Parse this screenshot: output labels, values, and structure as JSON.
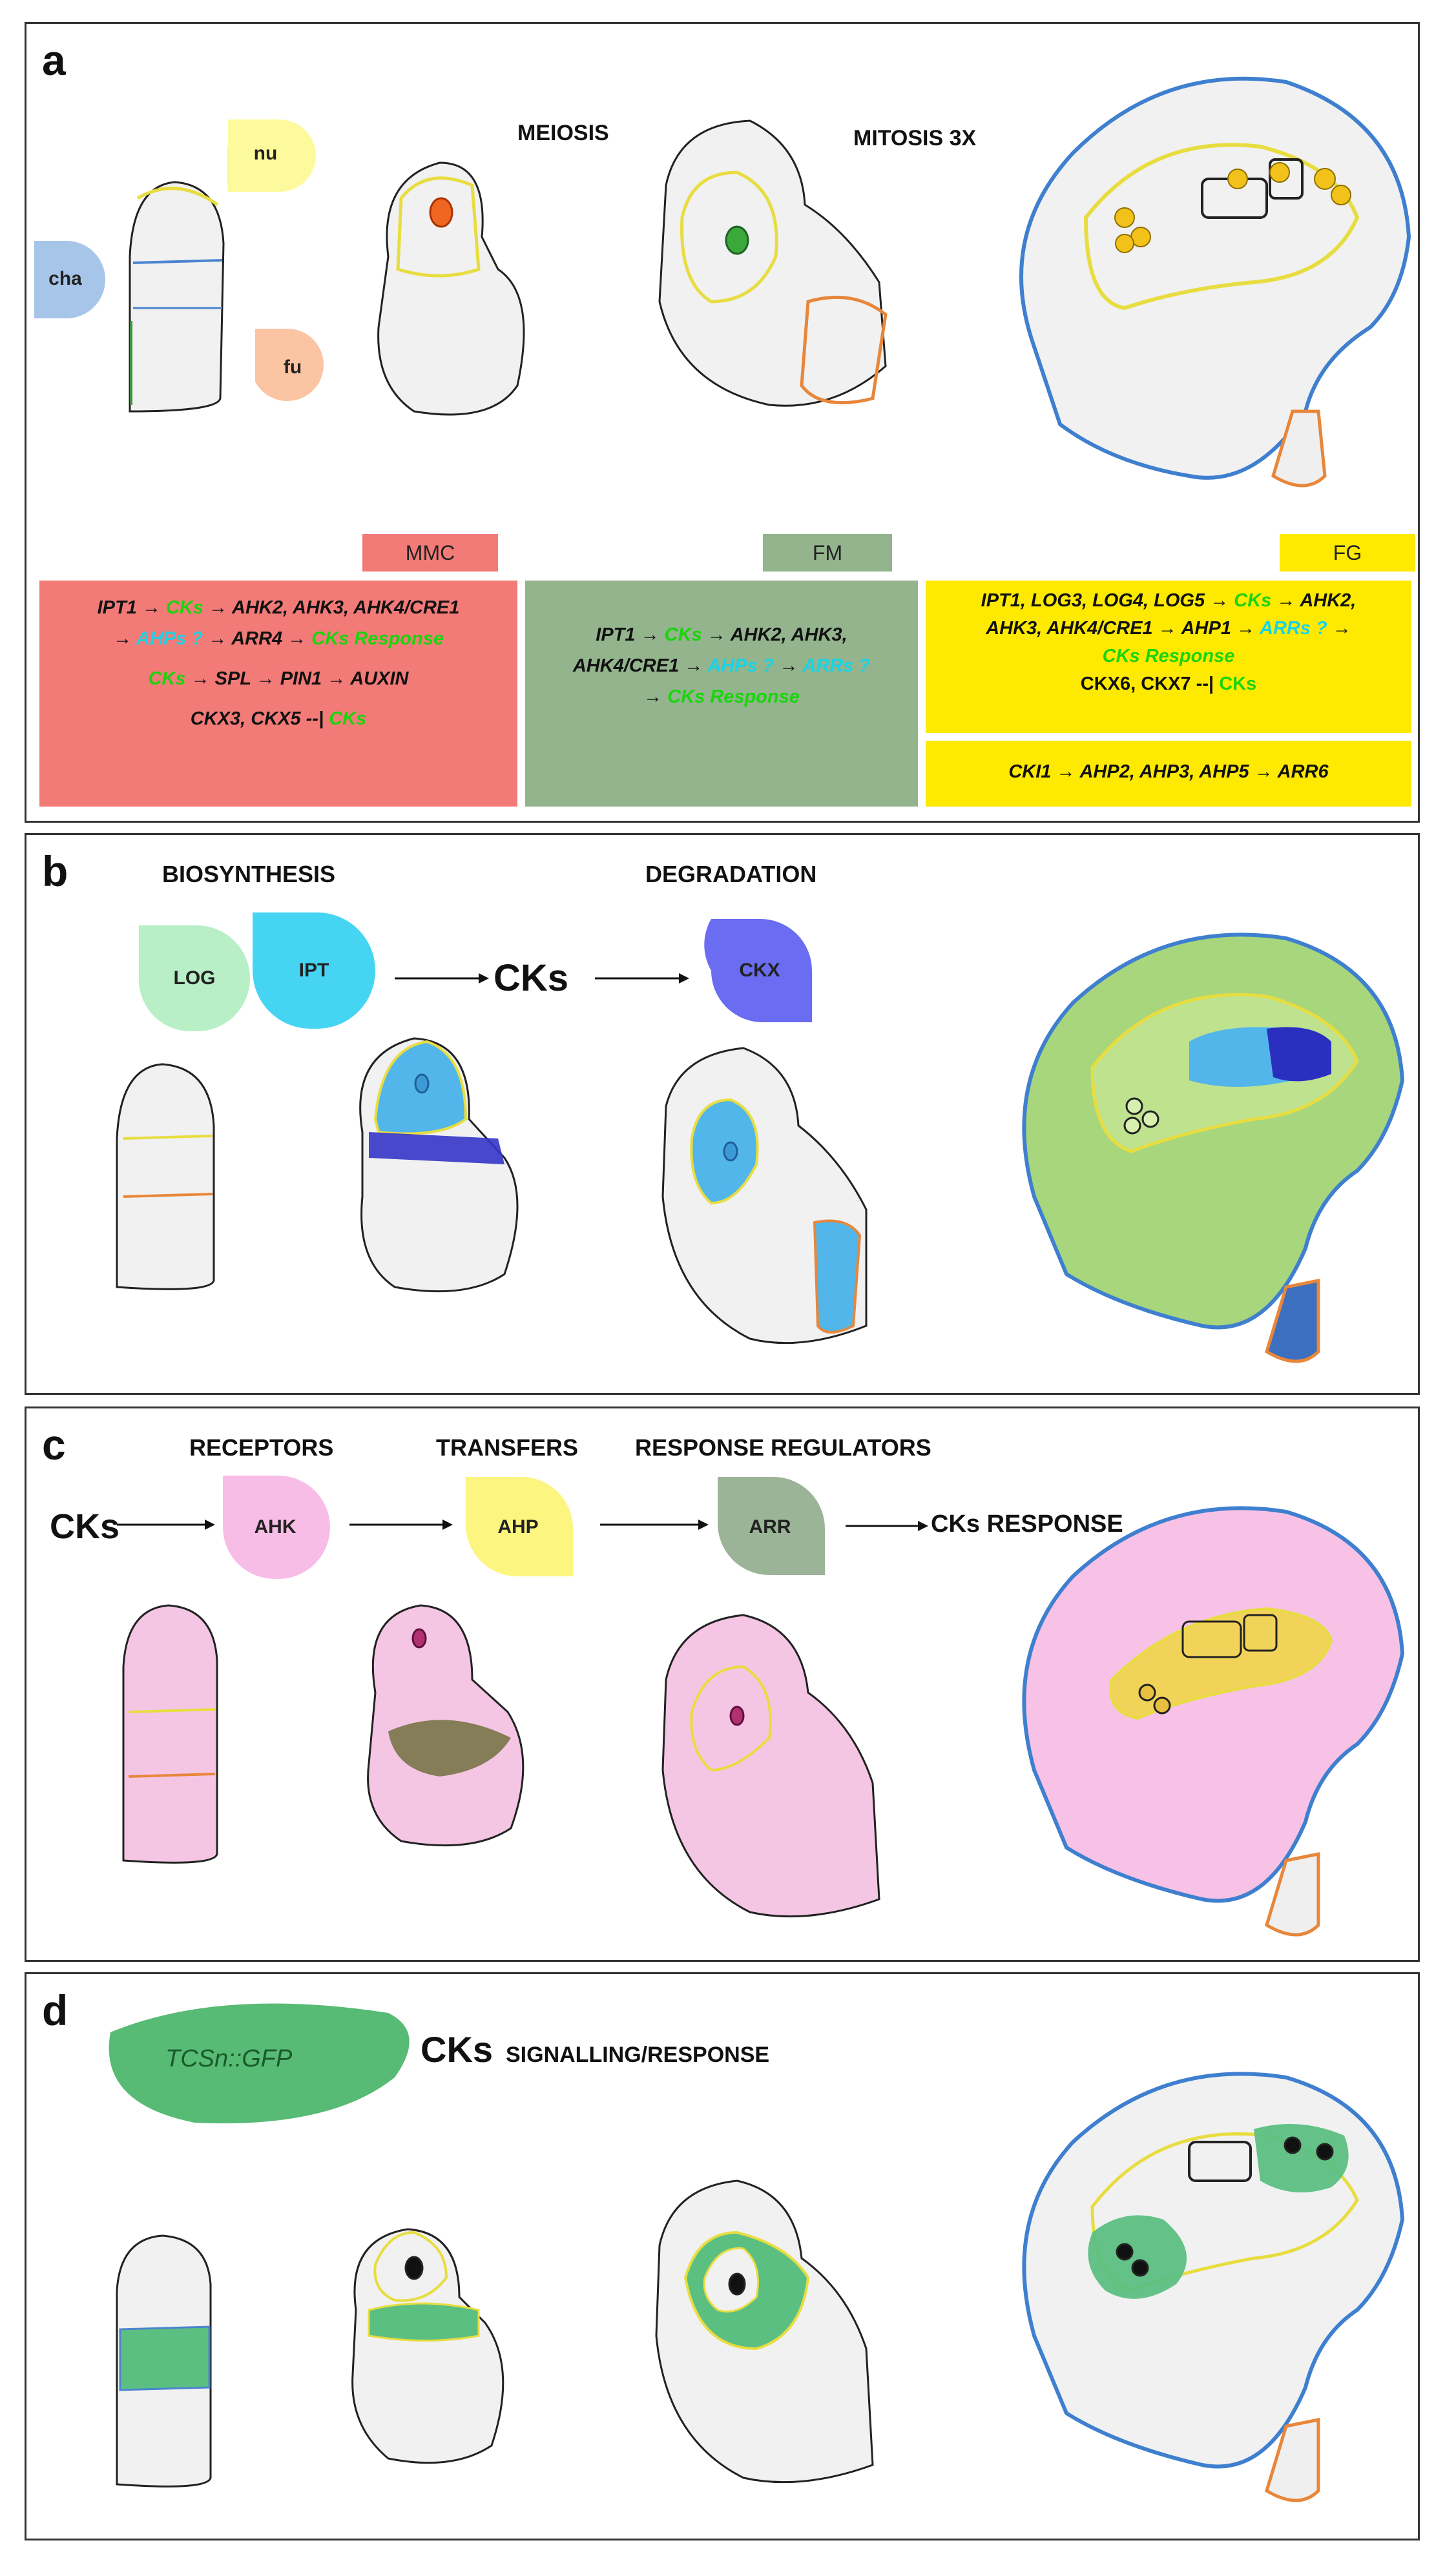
{
  "panels": {
    "a": {
      "letter": "a",
      "meiosis": "MEIOSIS",
      "mitosis": "MITOSIS 3X",
      "tissues": {
        "nu": "nu",
        "cha": "cha",
        "fu": "fu"
      },
      "stages": {
        "mmc": "MMC",
        "fm": "FM",
        "fg": "FG"
      },
      "mmc_box": {
        "l1_a": "IPT1",
        "l1_b": "CKs",
        "l1_c": "AHK2, AHK3, AHK4/CRE1",
        "l2_a": "AHPs ?",
        "l2_b": "ARR4",
        "l2_c": "CKs Response",
        "l3_a": "CKs",
        "l3_b": "SPL",
        "l3_c": "PIN1",
        "l3_d": "AUXIN",
        "l4_a": "CKX3, CKX5 --|",
        "l4_b": "CKs"
      },
      "fm_box": {
        "l1_a": "IPT1",
        "l1_b": "CKs",
        "l1_c": "AHK2, AHK3,",
        "l2_a": "AHK4/CRE1",
        "l2_b": "AHPs ?",
        "l2_c": "ARRs ?",
        "l3_a": "CKs Response"
      },
      "fg_box": {
        "l1_a": "IPT1, LOG3, LOG4, LOG5",
        "l1_b": "CKs",
        "l1_c": "AHK2,",
        "l2_a": "AHK3, AHK4/CRE1",
        "l2_b": "AHP1",
        "l2_c": "ARRs ?",
        "l3_a": "CKs Response",
        "l4_a": "CKX6, CKX7 --|",
        "l4_b": "CKs"
      },
      "fg_box2": {
        "a": "CKI1",
        "b": "AHP2, AHP3, AHP5",
        "c": "ARR6"
      }
    },
    "b": {
      "letter": "b",
      "biosynthesis": "BIOSYNTHESIS",
      "degradation": "DEGRADATION",
      "cks": "CKs",
      "log": "LOG",
      "ipt": "IPT",
      "ckx": "CKX"
    },
    "c": {
      "letter": "c",
      "receptors": "RECEPTORS",
      "transfers": "TRANSFERS",
      "regulators": "RESPONSE REGULATORS",
      "cks": "CKs",
      "ahk": "AHK",
      "ahp": "AHP",
      "arr": "ARR",
      "response": "CKs RESPONSE"
    },
    "d": {
      "letter": "d",
      "reporter": "TCSn::GFP",
      "cks": "CKs",
      "signalling": "SIGNALLING/RESPONSE"
    }
  },
  "colors": {
    "mmc": "#f27b78",
    "fm": "#93b48d",
    "fg": "#fdea00",
    "nu": "#fdfa9d",
    "cha": "#a6c5e8",
    "fu": "#fbc4a2",
    "log": "#b8efc6",
    "ipt": "#45d5f3",
    "ckx": "#6a6cf2",
    "ahk": "#f8bde7",
    "ahp": "#fcf57f",
    "arr": "#9bb497",
    "gfp": "#57bb75"
  }
}
